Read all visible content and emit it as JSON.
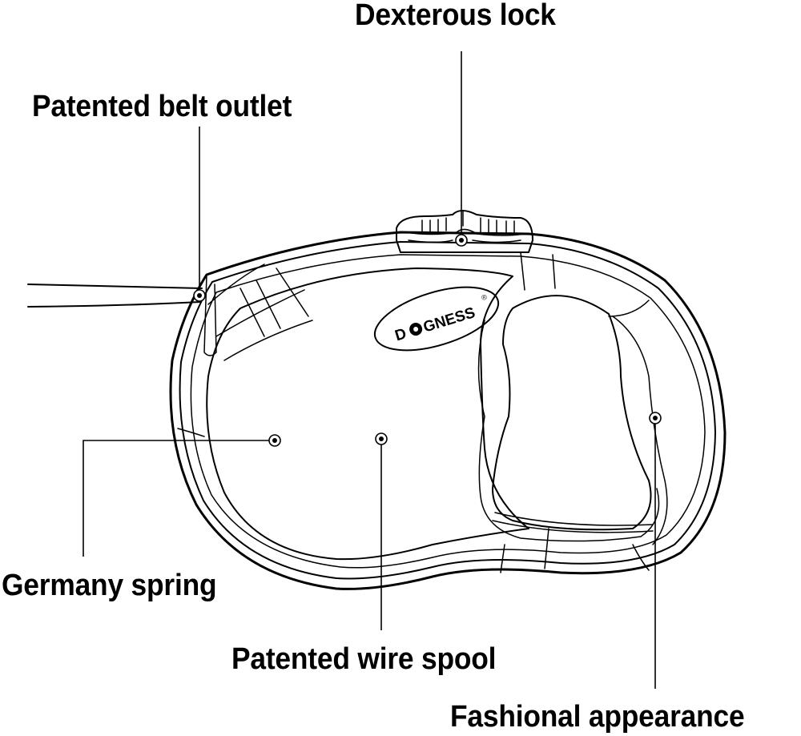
{
  "diagram": {
    "subject": "retractable dog leash",
    "brand_logo": {
      "text": "DGNESS",
      "prefix": "D",
      "o_glyph": "target-o",
      "suffix": "GNESS",
      "registered_mark": "®"
    },
    "callouts": [
      {
        "id": "dexterous-lock",
        "label": "Dexterous lock"
      },
      {
        "id": "patented-belt-outlet",
        "label": "Patented belt outlet"
      },
      {
        "id": "germany-spring",
        "label": "Germany spring"
      },
      {
        "id": "patented-wire-spool",
        "label": "Patented wire spool"
      },
      {
        "id": "fashional-appearance",
        "label": "Fashional appearance"
      }
    ],
    "colors": {
      "line": "#000000",
      "background": "#ffffff"
    }
  }
}
